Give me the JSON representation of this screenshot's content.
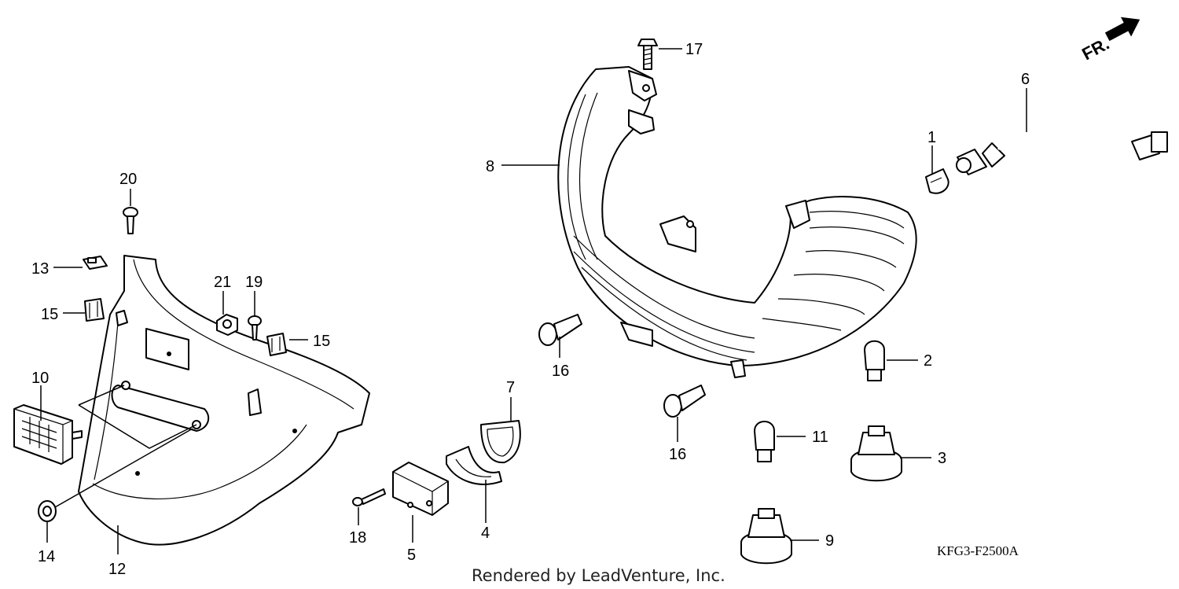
{
  "callouts": {
    "c1": "1",
    "c2": "2",
    "c3": "3",
    "c4": "4",
    "c5": "5",
    "c6": "6",
    "c7": "7",
    "c8": "8",
    "c9": "9",
    "c10": "10",
    "c11": "11",
    "c12": "12",
    "c13": "13",
    "c14": "14",
    "c15a": "15",
    "c15b": "15",
    "c16a": "16",
    "c16b": "16",
    "c17": "17",
    "c18": "18",
    "c19": "19",
    "c20": "20",
    "c21": "21"
  },
  "direction_label": "FR.",
  "diagram_code": "KFG3-F2500A",
  "footer_credit": "Rendered by LeadVenture, Inc."
}
